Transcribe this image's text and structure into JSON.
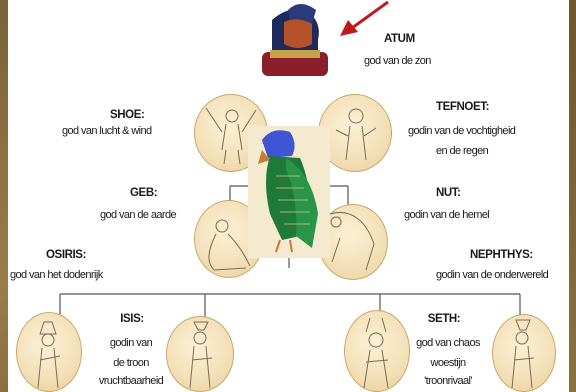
{
  "colors": {
    "frame": "#8a6c3f",
    "panel": "#ffffff",
    "circle_fill": "#f6e6c4",
    "circle_stroke": "#c9a96a",
    "arrow": "#c2181d",
    "falcon_blue": "#3f55d6",
    "falcon_green": "#1f7a3a"
  },
  "icons": [
    "atum-head-icon",
    "arrow-icon",
    "falcon-icon",
    "shoe-figure-icon",
    "tefnoet-figure-icon",
    "geb-figure-icon",
    "nut-figure-icon",
    "osiris-figure-icon",
    "isis-figure-icon",
    "seth-figure-icon",
    "nephthys-figure-icon"
  ],
  "gods": {
    "atum": {
      "name": "ATUM",
      "desc": "god van de zon"
    },
    "shoe": {
      "name": "SHOE:",
      "desc": "god van lucht & wind"
    },
    "tefnoet": {
      "name": "TEFNOET:",
      "desc1": "godin van de vochtigheid",
      "desc2": "en de regen"
    },
    "geb": {
      "name": "GEB:",
      "desc": "god van de aarde"
    },
    "nut": {
      "name": "NUT:",
      "desc": "godin van de hemel"
    },
    "osiris": {
      "name": "OSIRIS:",
      "desc": "god van het dodenrijk"
    },
    "nephthys": {
      "name": "NEPHTHYS:",
      "desc": "godin van de onderwereld"
    },
    "isis": {
      "name": "ISIS:",
      "desc1": "godin van",
      "desc2": "de troon",
      "desc3": "vruchtbaarheid"
    },
    "seth": {
      "name": "SETH:",
      "desc1": "god van chaos",
      "desc2": "woestijn",
      "desc3": "'troonrivaal'"
    }
  }
}
